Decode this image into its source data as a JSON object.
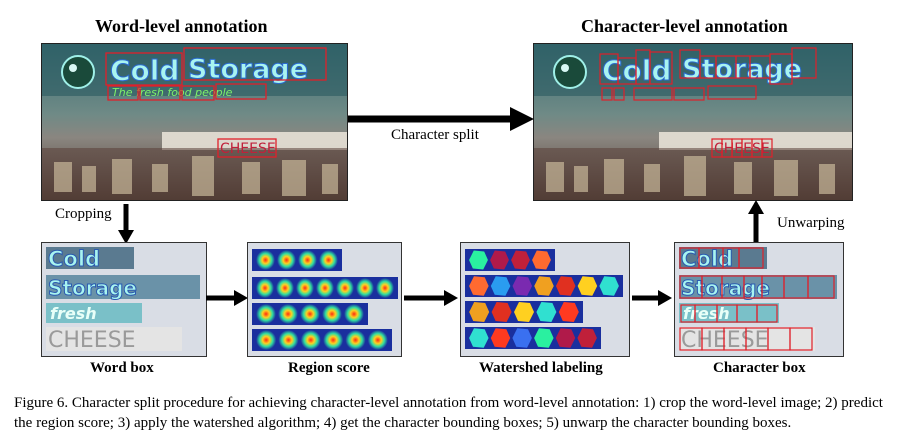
{
  "titles": {
    "word_level": "Word-level annotation",
    "char_level": "Character-level annotation"
  },
  "arrows": {
    "character_split": "Character split",
    "cropping": "Cropping",
    "unwarping": "Unwarping"
  },
  "sign_text": {
    "line1_word1": "Cold",
    "line1_word2": "Storage",
    "line2": "The fresh food people",
    "shop": "CHEESE"
  },
  "panels": {
    "word_box": {
      "label": "Word box",
      "words": [
        "Cold",
        "Storage",
        "fresh",
        "CHEESE"
      ]
    },
    "region_score": {
      "label": "Region score",
      "char_counts": [
        4,
        7,
        5,
        6
      ]
    },
    "watershed": {
      "label": "Watershed labeling",
      "char_counts": [
        4,
        7,
        5,
        6
      ]
    },
    "character_box": {
      "label": "Character box",
      "words": [
        "Cold",
        "Storage",
        "fresh",
        "CHEESE"
      ]
    }
  },
  "caption": "Figure 6. Character split procedure for achieving character-level annotation from word-level annotation: 1) crop the word-level image; 2) predict the region score; 3) apply the watershed algorithm; 4) get the character bounding boxes; 5) unwarp the character bounding boxes.",
  "colors": {
    "annotation_box": "#e0202a",
    "heatmap_bg": "#1a2f9e",
    "panel_bg": "#d9dde5"
  }
}
